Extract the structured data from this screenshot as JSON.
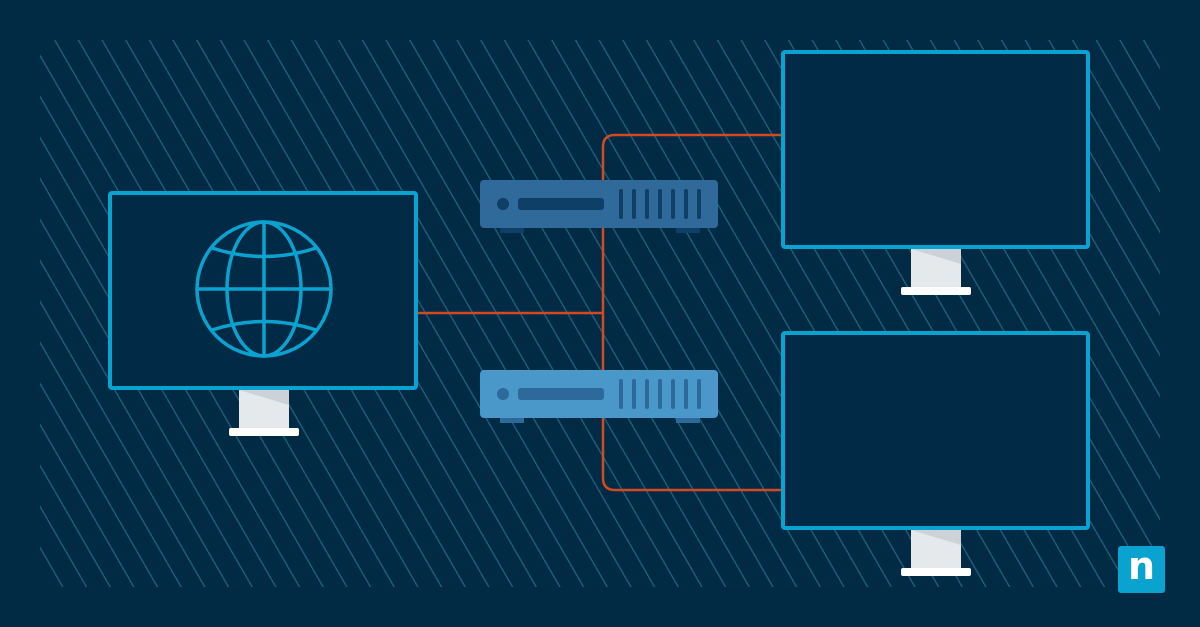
{
  "colors": {
    "background": "#012A45",
    "stripe": "#1B5B77",
    "monitor_border": "#0AA3D0",
    "monitor_screen": "#002A45",
    "stand": "#E6E9EC",
    "stand_shade": "#CDD2D8",
    "cable": "#D24A22",
    "server_top": "#2F6A9A",
    "server_top_detail": "#0E3F66",
    "server_bottom": "#4A97C9",
    "server_bottom_detail": "#2D6A9B",
    "logo_bg": "#0AA3D0",
    "logo_fg": "#FFFFFF"
  },
  "diagram": {
    "source_monitor": {
      "label": "internet-monitor",
      "icon": "globe-icon"
    },
    "servers": [
      {
        "label": "server-1",
        "vents": 7
      },
      {
        "label": "server-2",
        "vents": 7
      }
    ],
    "client_monitors": [
      {
        "label": "client-monitor-1"
      },
      {
        "label": "client-monitor-2"
      }
    ]
  },
  "brand": {
    "logo_letter": "n"
  }
}
